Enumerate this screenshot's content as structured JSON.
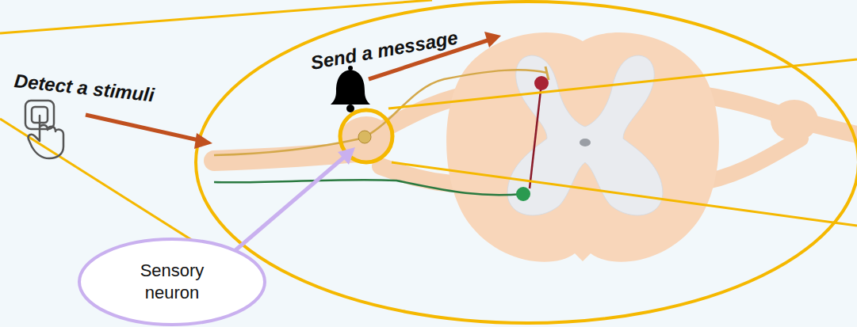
{
  "diagram": {
    "nodes": [
      {
        "text": [
          "Sensory neuron"
        ]
      }
    ],
    "labels": [
      "Detect a stimuli",
      "Send a message"
    ]
  }
}
